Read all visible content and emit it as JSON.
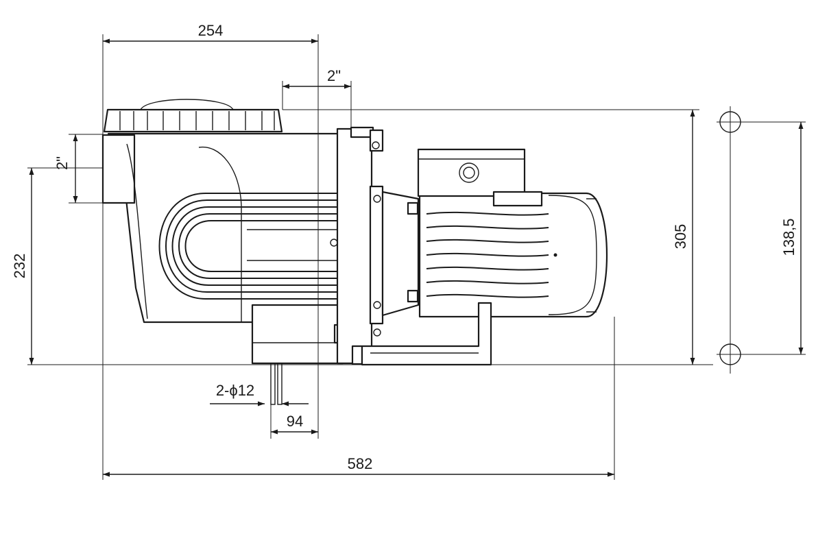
{
  "dimensions": {
    "top_width": "254",
    "port_top": "2\"",
    "port_side": "2\"",
    "height_left": "232",
    "height_total": "305",
    "mount_spacing": "138,5",
    "bolt_holes": "2-ϕ12",
    "base_offset": "94",
    "total_length": "582"
  }
}
